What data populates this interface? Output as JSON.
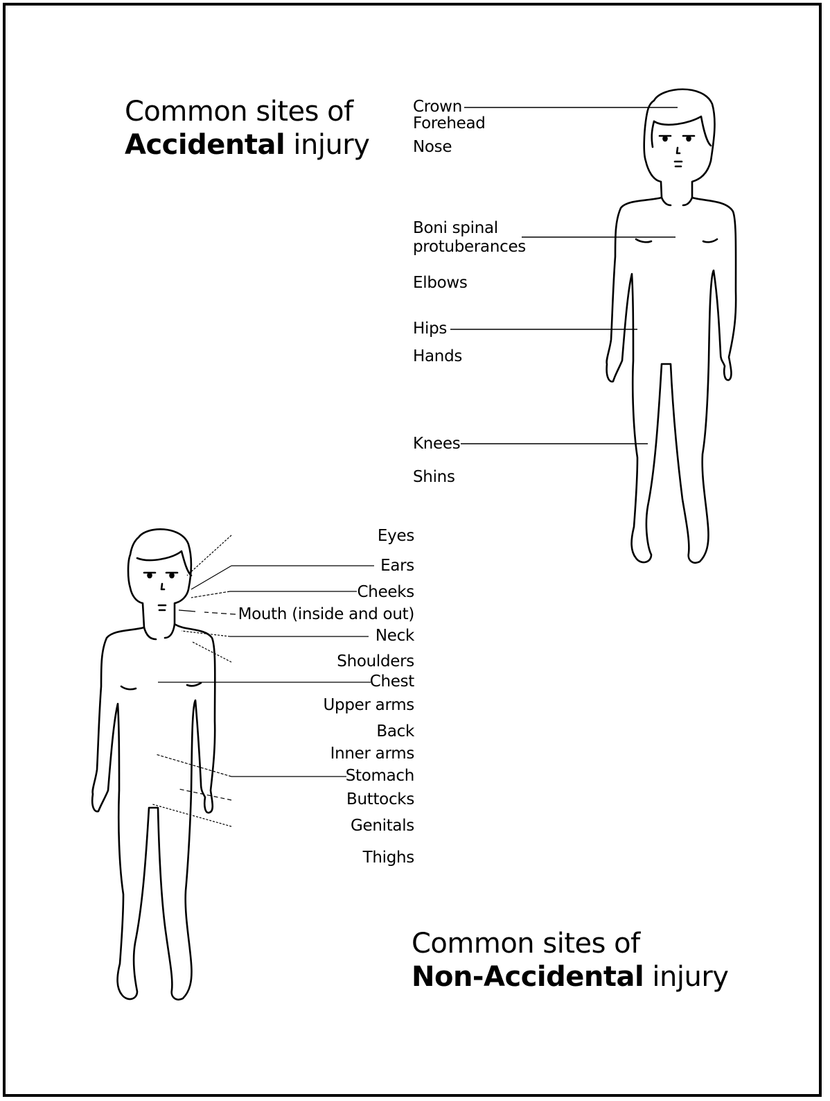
{
  "accidental": {
    "title_line1": "Common sites of",
    "title_emph": "Accidental",
    "title_rest": "injury",
    "labels": [
      "Crown",
      "Forehead",
      "Nose",
      "Boni spinal",
      "protuberances",
      "Elbows",
      "Hips",
      "Hands",
      "Knees",
      "Shins"
    ]
  },
  "non_accidental": {
    "title_line1": "Common sites of",
    "title_emph": "Non-Accidental",
    "title_rest": "injury",
    "labels": [
      "Eyes",
      "Ears",
      "Cheeks",
      "Mouth (inside and out)",
      "Neck",
      "Shoulders",
      "Chest",
      "Upper arms",
      "Back",
      "Inner arms",
      "Stomach",
      "Buttocks",
      "Genitals",
      "Thighs"
    ]
  }
}
